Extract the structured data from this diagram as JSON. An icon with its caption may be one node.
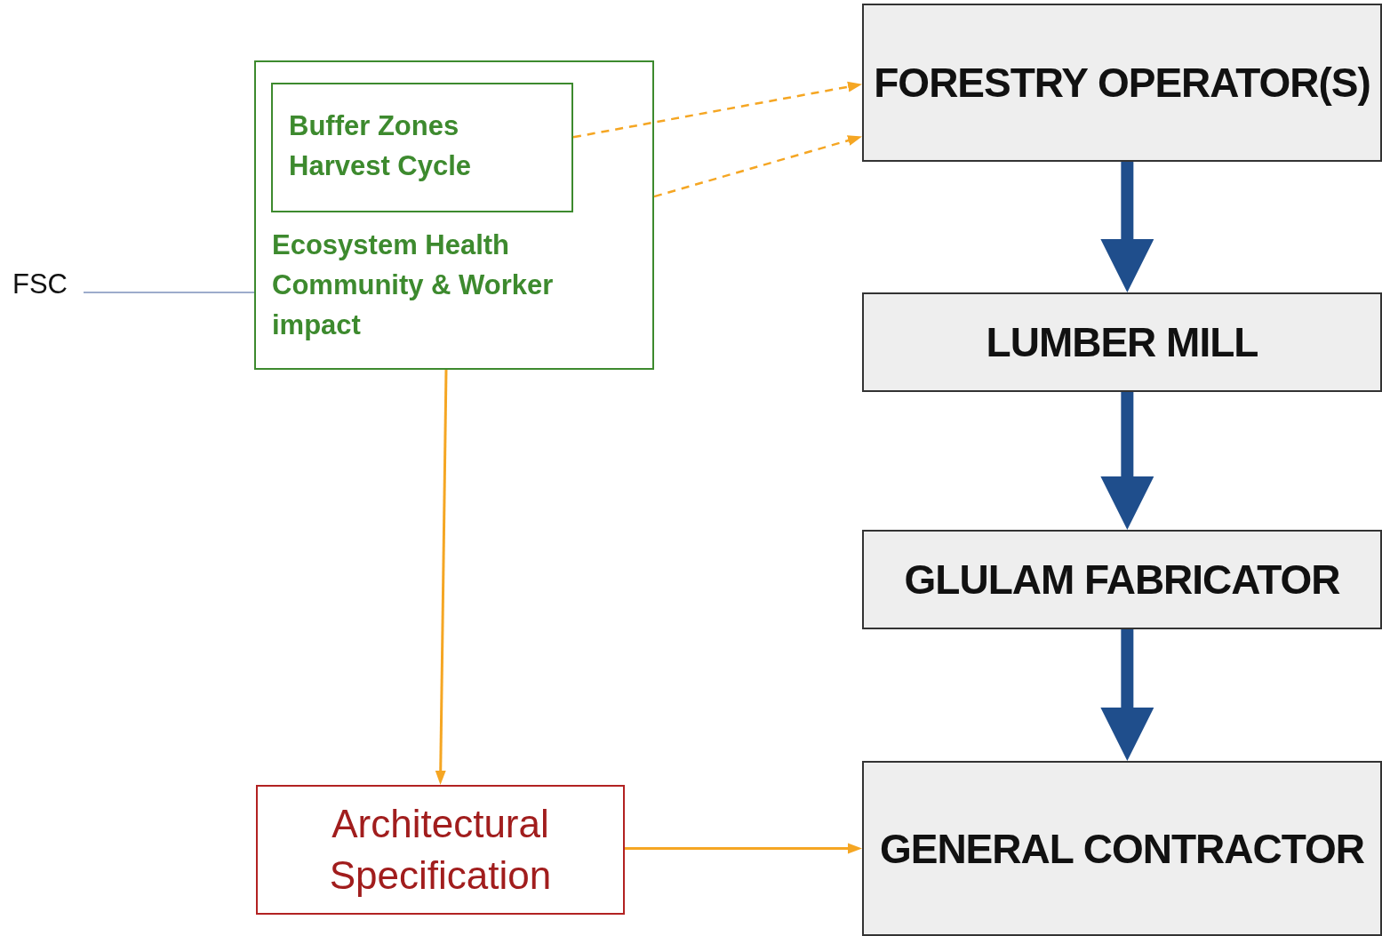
{
  "diagram": {
    "nodes": [
      {
        "text": [
          "Ecosystem Health",
          "Community & Worker impact"
        ]
      },
      {
        "text": [
          "Buffer Zones",
          "Harvest Cycle"
        ],
        "in": 0
      },
      {
        "text": [
          "FSC"
        ]
      },
      {
        "text": [
          "FORESTRY OPERATOR(S)"
        ]
      },
      {
        "text": [
          "LUMBER MILL"
        ]
      },
      {
        "text": [
          "GLULAM FABRICATOR"
        ]
      },
      {
        "text": [
          "GENERAL CONTRACTOR"
        ]
      },
      {
        "text": [
          "Architectural Specification"
        ]
      }
    ],
    "edges": [
      {
        "from": 1,
        "to": 3,
        "arrow": "to",
        "style": "dashed"
      },
      {
        "from": 0,
        "to": 3,
        "arrow": "to",
        "style": "dashed"
      },
      {
        "from": 2,
        "to": 0,
        "arrow": "none",
        "color": "#3c5a99"
      },
      {
        "from": 3,
        "to": 4,
        "arrow": "to",
        "style": "thick",
        "color": "#1f4e8c"
      },
      {
        "from": 4,
        "to": 5,
        "arrow": "to",
        "style": "thick",
        "color": "#1f4e8c"
      },
      {
        "from": 5,
        "to": 6,
        "arrow": "to",
        "style": "thick",
        "color": "#1f4e8c"
      },
      {
        "from": 0,
        "to": 7,
        "arrow": "to"
      },
      {
        "from": 7,
        "to": 6,
        "arrow": "to"
      }
    ]
  }
}
